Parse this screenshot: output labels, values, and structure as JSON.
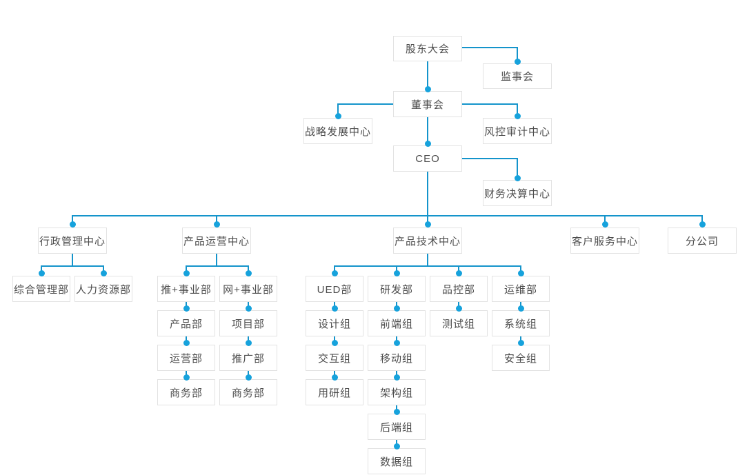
{
  "page": {
    "title": "组织架构图",
    "background": "#ffffff"
  },
  "colors": {
    "line": "#1494cb",
    "dot": "#16a2dc",
    "box_border": "#e2e2e2",
    "box_bg": "#ffffff",
    "text": "#4d4d4d"
  },
  "org": {
    "nodes": [
      {
        "id": "gudong",
        "label": "股东大会",
        "parent": null
      },
      {
        "id": "jianshihui",
        "label": "监事会",
        "parent": "gudong"
      },
      {
        "id": "dongshihui",
        "label": "董事会",
        "parent": "gudong"
      },
      {
        "id": "zhanlue",
        "label": "战略发展中心",
        "parent": "dongshihui"
      },
      {
        "id": "fengkong",
        "label": "风控审计中心",
        "parent": "dongshihui"
      },
      {
        "id": "ceo",
        "label": "CEO",
        "parent": "dongshihui"
      },
      {
        "id": "caiwu",
        "label": "财务决算中心",
        "parent": "ceo"
      },
      {
        "id": "xingzheng",
        "label": "行政管理中心",
        "parent": "ceo"
      },
      {
        "id": "chanpinyunying",
        "label": "产品运营中心",
        "parent": "ceo"
      },
      {
        "id": "chanpinjishu",
        "label": "产品技术中心",
        "parent": "ceo"
      },
      {
        "id": "kehufuwu",
        "label": "客户服务中心",
        "parent": "ceo"
      },
      {
        "id": "fengongsi",
        "label": "分公司",
        "parent": "ceo"
      },
      {
        "id": "zonghe",
        "label": "综合管理部",
        "parent": "xingzheng"
      },
      {
        "id": "renli",
        "label": "人力资源部",
        "parent": "xingzheng"
      },
      {
        "id": "tuishiye",
        "label": "推+事业部",
        "parent": "chanpinyunying"
      },
      {
        "id": "wangshiye",
        "label": "网+事业部",
        "parent": "chanpinyunying"
      },
      {
        "id": "chanpinbu",
        "label": "产品部",
        "parent": "tuishiye"
      },
      {
        "id": "yunyingbu",
        "label": "运营部",
        "parent": "chanpinbu"
      },
      {
        "id": "shangwubu_tui",
        "label": "商务部",
        "parent": "yunyingbu"
      },
      {
        "id": "xiangmubu",
        "label": "项目部",
        "parent": "wangshiye"
      },
      {
        "id": "tuiguangbu",
        "label": "推广部",
        "parent": "xiangmubu"
      },
      {
        "id": "shangwubu_wang",
        "label": "商务部",
        "parent": "tuiguangbu"
      },
      {
        "id": "ued",
        "label": "UED部",
        "parent": "chanpinjishu"
      },
      {
        "id": "yanfabu",
        "label": "研发部",
        "parent": "chanpinjishu"
      },
      {
        "id": "pinkongbu",
        "label": "品控部",
        "parent": "chanpinjishu"
      },
      {
        "id": "yunweibu",
        "label": "运维部",
        "parent": "chanpinjishu"
      },
      {
        "id": "shejizu",
        "label": "设计组",
        "parent": "ued"
      },
      {
        "id": "jiaohuzu",
        "label": "交互组",
        "parent": "shejizu"
      },
      {
        "id": "yongyanzu",
        "label": "用研组",
        "parent": "jiaohuzu"
      },
      {
        "id": "qianduanzu",
        "label": "前端组",
        "parent": "yanfabu"
      },
      {
        "id": "yidongzu",
        "label": "移动组",
        "parent": "qianduanzu"
      },
      {
        "id": "jiagouzu",
        "label": "架构组",
        "parent": "yidongzu"
      },
      {
        "id": "houduanzu",
        "label": "后端组",
        "parent": "jiagouzu"
      },
      {
        "id": "shujuzu",
        "label": "数据组",
        "parent": "houduanzu"
      },
      {
        "id": "ceshizu",
        "label": "测试组",
        "parent": "pinkongbu"
      },
      {
        "id": "xitongzu",
        "label": "系统组",
        "parent": "yunweibu"
      },
      {
        "id": "anquanzu",
        "label": "安全组",
        "parent": "xitongzu"
      }
    ]
  }
}
